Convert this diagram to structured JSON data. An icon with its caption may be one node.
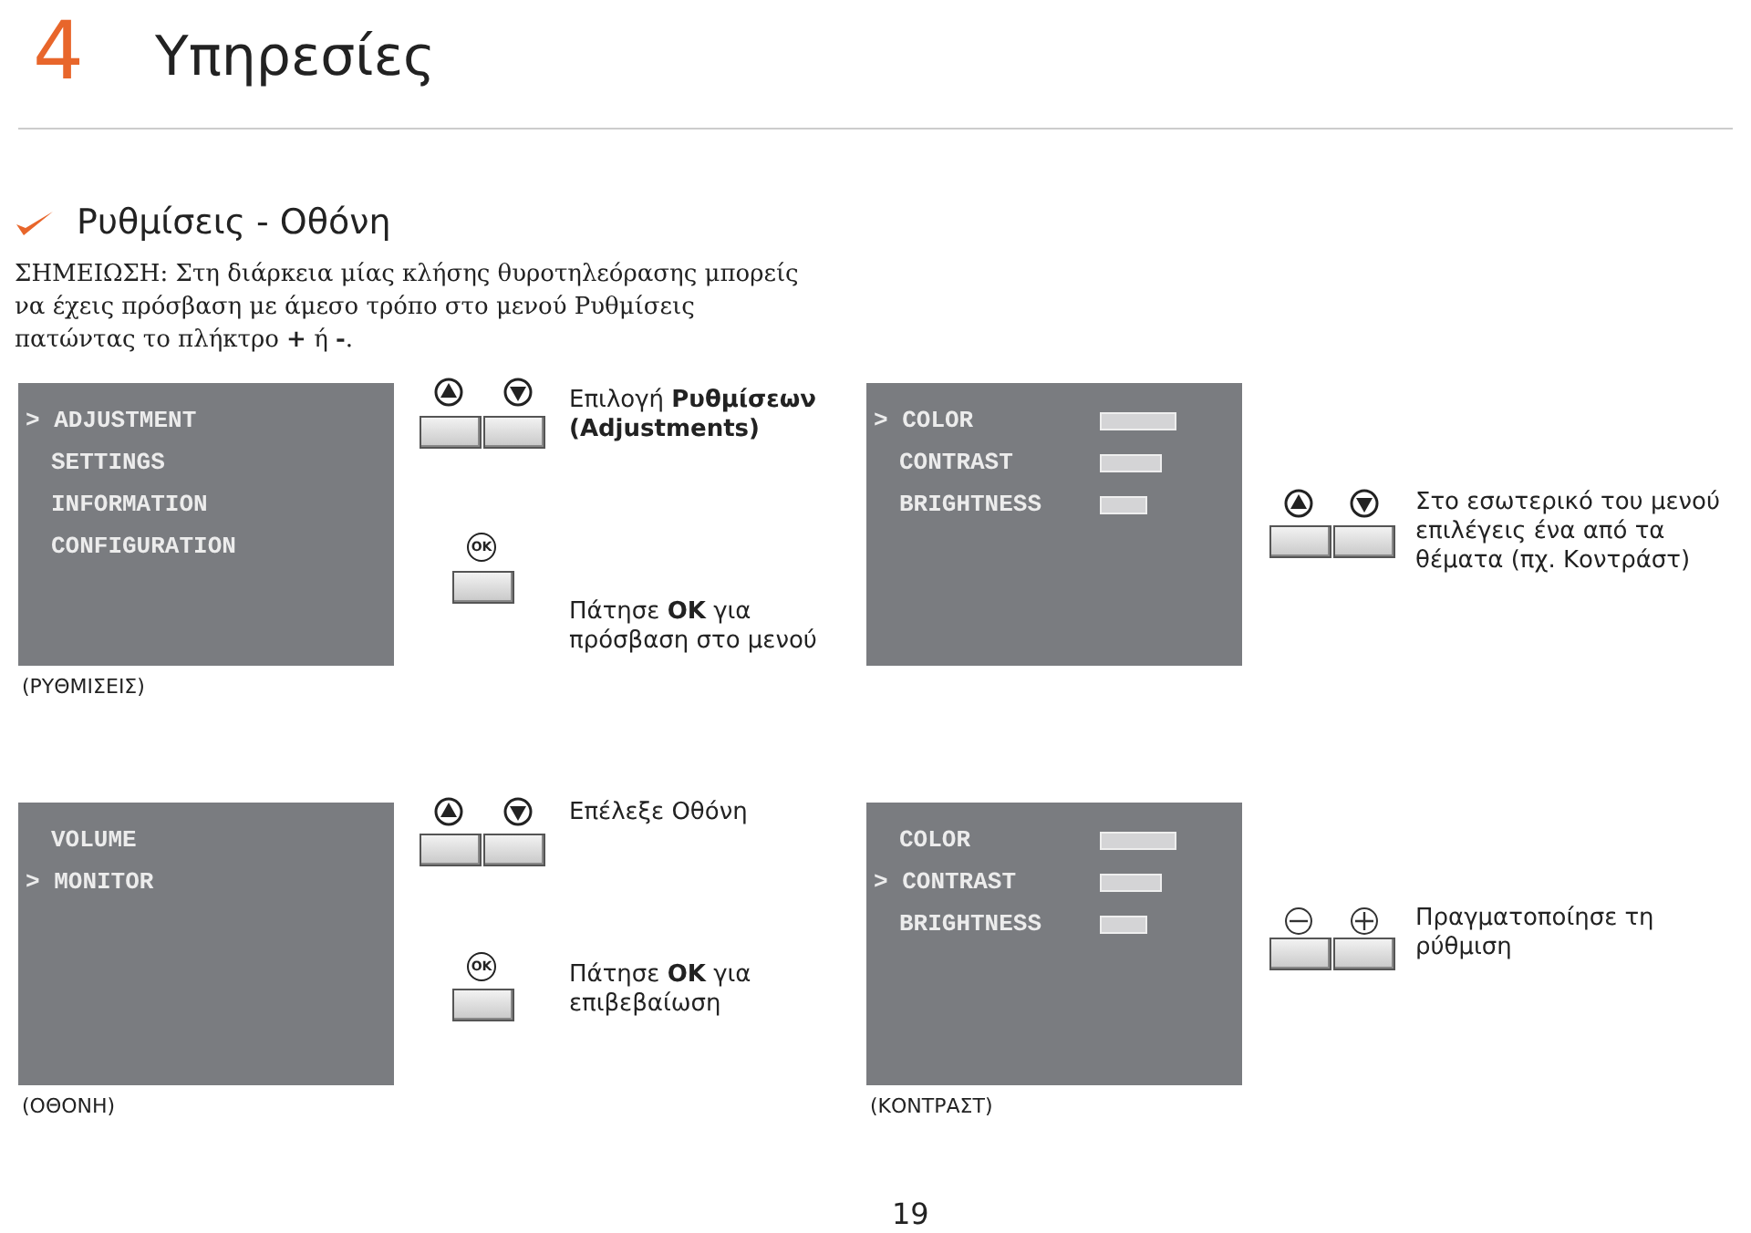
{
  "diagram": {
    "title": "Υπηρεσίες",
    "nodes": [
      {
        "text": [
          "> ADJUSTMENT",
          "SETTINGS",
          "INFORMATION",
          "CONFIGURATION"
        ],
        "beside": [
          "(ΡΥΘΜΙΣΕΙΣ)"
        ]
      },
      {
        "text": [
          "> COLOR",
          "CONTRAST",
          "BRIGHTNESS"
        ]
      },
      {
        "text": [
          "VOLUME",
          "> MONITOR"
        ],
        "beside": [
          "(ΟΘΟΝΗ)"
        ]
      },
      {
        "text": [
          "COLOR",
          "> CONTRAST",
          "BRIGHTNESS"
        ],
        "beside": [
          "(ΚΟΝΤΡΑΣΤ)"
        ]
      }
    ],
    "edges": [],
    "labels": [
      "4",
      "Ρυθμίσεις - Οθόνη",
      "ΣΗΜΕΙΩΣΗ: Στη διάρκεια μίας κλήσης θυροτηλεόρασης μπορείς να έχεις πρόσβαση με άμεσο τρόπο στο μενού Ρυθμίσεις πατώντας το πλήκτρο **+** ή **-**.",
      "Επιλογή **Ρυθμίσεων (Adjustments)**",
      "OK",
      "Πάτησε **OK** για πρόσβαση στο μενού",
      "Στο εσωτερικό του μενού επιλέγεις ένα από τα θέματα (πχ. Κοντράστ)",
      "Επέλεξε Οθόνη",
      "OK",
      "Πάτησε **OK** για επιβεβαίωση",
      "Πραγματοποίησε τη ρύθμιση",
      "19"
    ]
  }
}
